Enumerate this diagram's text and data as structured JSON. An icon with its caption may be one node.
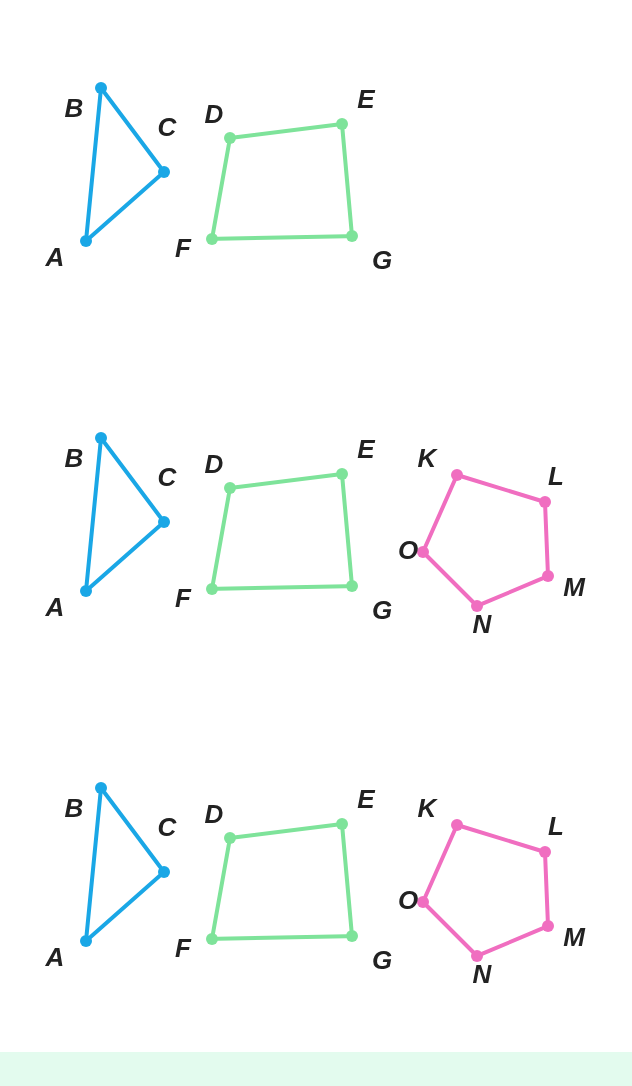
{
  "diagram": {
    "nodes": [
      {
        "text": [],
        "shape": "circle",
        "beside": [
          "A"
        ]
      },
      {
        "text": [],
        "shape": "circle",
        "beside": [
          "B"
        ]
      },
      {
        "text": [],
        "shape": "circle",
        "beside": [
          "C"
        ]
      },
      {
        "text": [],
        "shape": "circle",
        "beside": [
          "D"
        ]
      },
      {
        "text": [],
        "shape": "circle",
        "beside": [
          "E"
        ]
      },
      {
        "text": [],
        "shape": "circle",
        "beside": [
          "F"
        ]
      },
      {
        "text": [],
        "shape": "circle",
        "beside": [
          "G"
        ]
      },
      {
        "text": [],
        "shape": "circle",
        "beside": [
          "A"
        ]
      },
      {
        "text": [],
        "shape": "circle",
        "beside": [
          "B"
        ]
      },
      {
        "text": [],
        "shape": "circle",
        "beside": [
          "C"
        ]
      },
      {
        "text": [],
        "shape": "circle",
        "beside": [
          "D"
        ]
      },
      {
        "text": [],
        "shape": "circle",
        "beside": [
          "E"
        ]
      },
      {
        "text": [],
        "shape": "circle",
        "beside": [
          "F"
        ]
      },
      {
        "text": [],
        "shape": "circle",
        "beside": [
          "G"
        ]
      },
      {
        "text": [],
        "shape": "circle",
        "beside": [
          "K"
        ]
      },
      {
        "text": [],
        "shape": "circle",
        "beside": [
          "L"
        ]
      },
      {
        "text": [],
        "shape": "circle",
        "beside": [
          "M"
        ]
      },
      {
        "text": [],
        "shape": "circle",
        "beside": [
          "N"
        ]
      },
      {
        "text": [],
        "shape": "circle",
        "beside": [
          "O"
        ]
      },
      {
        "text": [],
        "shape": "circle",
        "beside": [
          "A"
        ]
      },
      {
        "text": [],
        "shape": "circle",
        "beside": [
          "B"
        ]
      },
      {
        "text": [],
        "shape": "circle",
        "beside": [
          "C"
        ]
      },
      {
        "text": [],
        "shape": "circle",
        "beside": [
          "D"
        ]
      },
      {
        "text": [],
        "shape": "circle",
        "beside": [
          "E"
        ]
      },
      {
        "text": [],
        "shape": "circle",
        "beside": [
          "F"
        ]
      },
      {
        "text": [],
        "shape": "circle",
        "beside": [
          "G"
        ]
      },
      {
        "text": [],
        "shape": "circle",
        "beside": [
          "K"
        ]
      },
      {
        "text": [],
        "shape": "circle",
        "beside": [
          "L"
        ]
      },
      {
        "text": [],
        "shape": "circle",
        "beside": [
          "M"
        ]
      },
      {
        "text": [],
        "shape": "circle",
        "beside": [
          "N"
        ]
      },
      {
        "text": [],
        "shape": "circle",
        "beside": [
          "O"
        ]
      }
    ],
    "edges": [
      {
        "from": 0,
        "to": 1,
        "arrow": "none",
        "color": "#1aa7e6"
      },
      {
        "from": 1,
        "to": 2,
        "arrow": "none",
        "color": "#1aa7e6"
      },
      {
        "from": 2,
        "to": 0,
        "arrow": "none",
        "color": "#1aa7e6"
      },
      {
        "from": 3,
        "to": 4,
        "arrow": "none",
        "color": "#7ee39a"
      },
      {
        "from": 4,
        "to": 6,
        "arrow": "none",
        "color": "#7ee39a"
      },
      {
        "from": 6,
        "to": 5,
        "arrow": "none",
        "color": "#7ee39a"
      },
      {
        "from": 5,
        "to": 3,
        "arrow": "none",
        "color": "#7ee39a"
      },
      {
        "from": 7,
        "to": 8,
        "arrow": "none",
        "color": "#1aa7e6"
      },
      {
        "from": 8,
        "to": 9,
        "arrow": "none",
        "color": "#1aa7e6"
      },
      {
        "from": 9,
        "to": 7,
        "arrow": "none",
        "color": "#1aa7e6"
      },
      {
        "from": 10,
        "to": 11,
        "arrow": "none",
        "color": "#7ee39a"
      },
      {
        "from": 11,
        "to": 13,
        "arrow": "none",
        "color": "#7ee39a"
      },
      {
        "from": 13,
        "to": 12,
        "arrow": "none",
        "color": "#7ee39a"
      },
      {
        "from": 12,
        "to": 10,
        "arrow": "none",
        "color": "#7ee39a"
      },
      {
        "from": 14,
        "to": 15,
        "arrow": "none",
        "color": "#f06ec0"
      },
      {
        "from": 15,
        "to": 16,
        "arrow": "none",
        "color": "#f06ec0"
      },
      {
        "from": 16,
        "to": 17,
        "arrow": "none",
        "color": "#f06ec0"
      },
      {
        "from": 17,
        "to": 18,
        "arrow": "none",
        "color": "#f06ec0"
      },
      {
        "from": 18,
        "to": 14,
        "arrow": "none",
        "color": "#f06ec0"
      },
      {
        "from": 19,
        "to": 20,
        "arrow": "none",
        "color": "#1aa7e6"
      },
      {
        "from": 20,
        "to": 21,
        "arrow": "none",
        "color": "#1aa7e6"
      },
      {
        "from": 21,
        "to": 19,
        "arrow": "none",
        "color": "#1aa7e6"
      },
      {
        "from": 22,
        "to": 23,
        "arrow": "none",
        "color": "#7ee39a"
      },
      {
        "from": 23,
        "to": 25,
        "arrow": "none",
        "color": "#7ee39a"
      },
      {
        "from": 25,
        "to": 24,
        "arrow": "none",
        "color": "#7ee39a"
      },
      {
        "from": 24,
        "to": 22,
        "arrow": "none",
        "color": "#7ee39a"
      },
      {
        "from": 26,
        "to": 27,
        "arrow": "none",
        "color": "#f06ec0"
      },
      {
        "from": 27,
        "to": 28,
        "arrow": "none",
        "color": "#f06ec0"
      },
      {
        "from": 28,
        "to": 29,
        "arrow": "none",
        "color": "#f06ec0"
      },
      {
        "from": 29,
        "to": 30,
        "arrow": "none",
        "color": "#f06ec0"
      },
      {
        "from": 30,
        "to": 26,
        "arrow": "none",
        "color": "#f06ec0"
      }
    ]
  }
}
